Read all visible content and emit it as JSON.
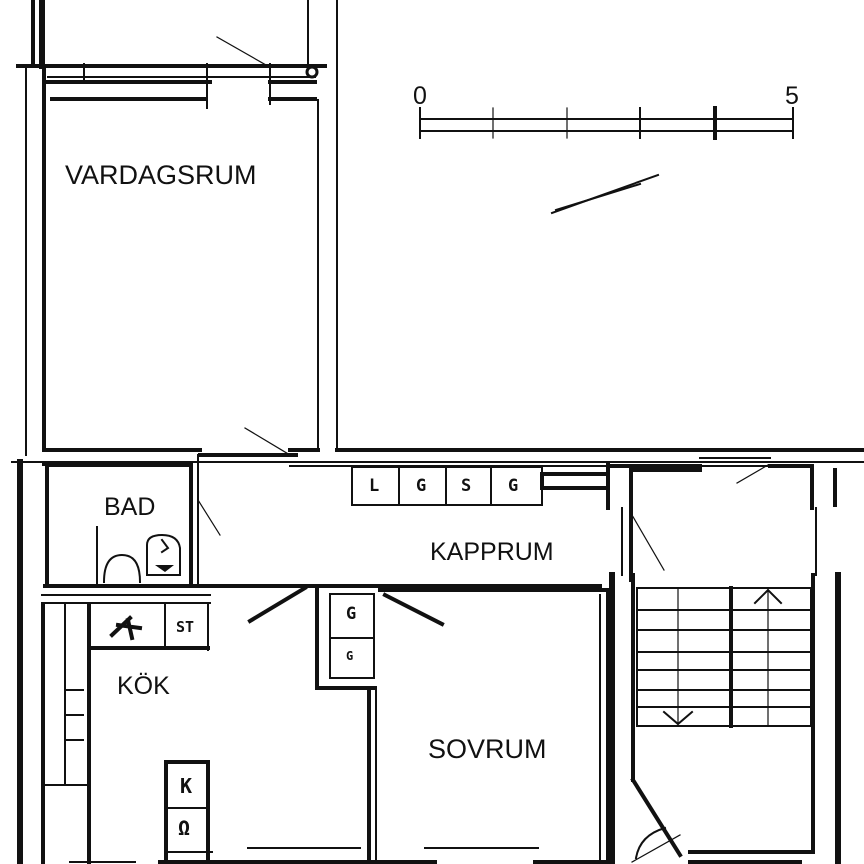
{
  "plan": {
    "type": "apartment floor plan",
    "rooms": [
      {
        "id": "vardagsrum",
        "label": "VARDAGSRUM"
      },
      {
        "id": "bad",
        "label": "BAD"
      },
      {
        "id": "kapprum",
        "label": "KAPPRUM"
      },
      {
        "id": "kok",
        "label": "KÖK"
      },
      {
        "id": "sovrum",
        "label": "SOVRUM"
      }
    ],
    "fixtures": {
      "kapprum_closets": [
        "L",
        "G",
        "S",
        "G"
      ],
      "hall_closet": [
        "G",
        "G"
      ],
      "kitchen_counter": [
        "ST"
      ],
      "kitchen_appliances": [
        "K",
        "Ω"
      ]
    },
    "scale_bar": {
      "start_label": "0",
      "end_label": "5",
      "unit": "m",
      "segments": 5
    },
    "stair": {
      "up_arrow": "up",
      "down_arrow": "down"
    }
  }
}
